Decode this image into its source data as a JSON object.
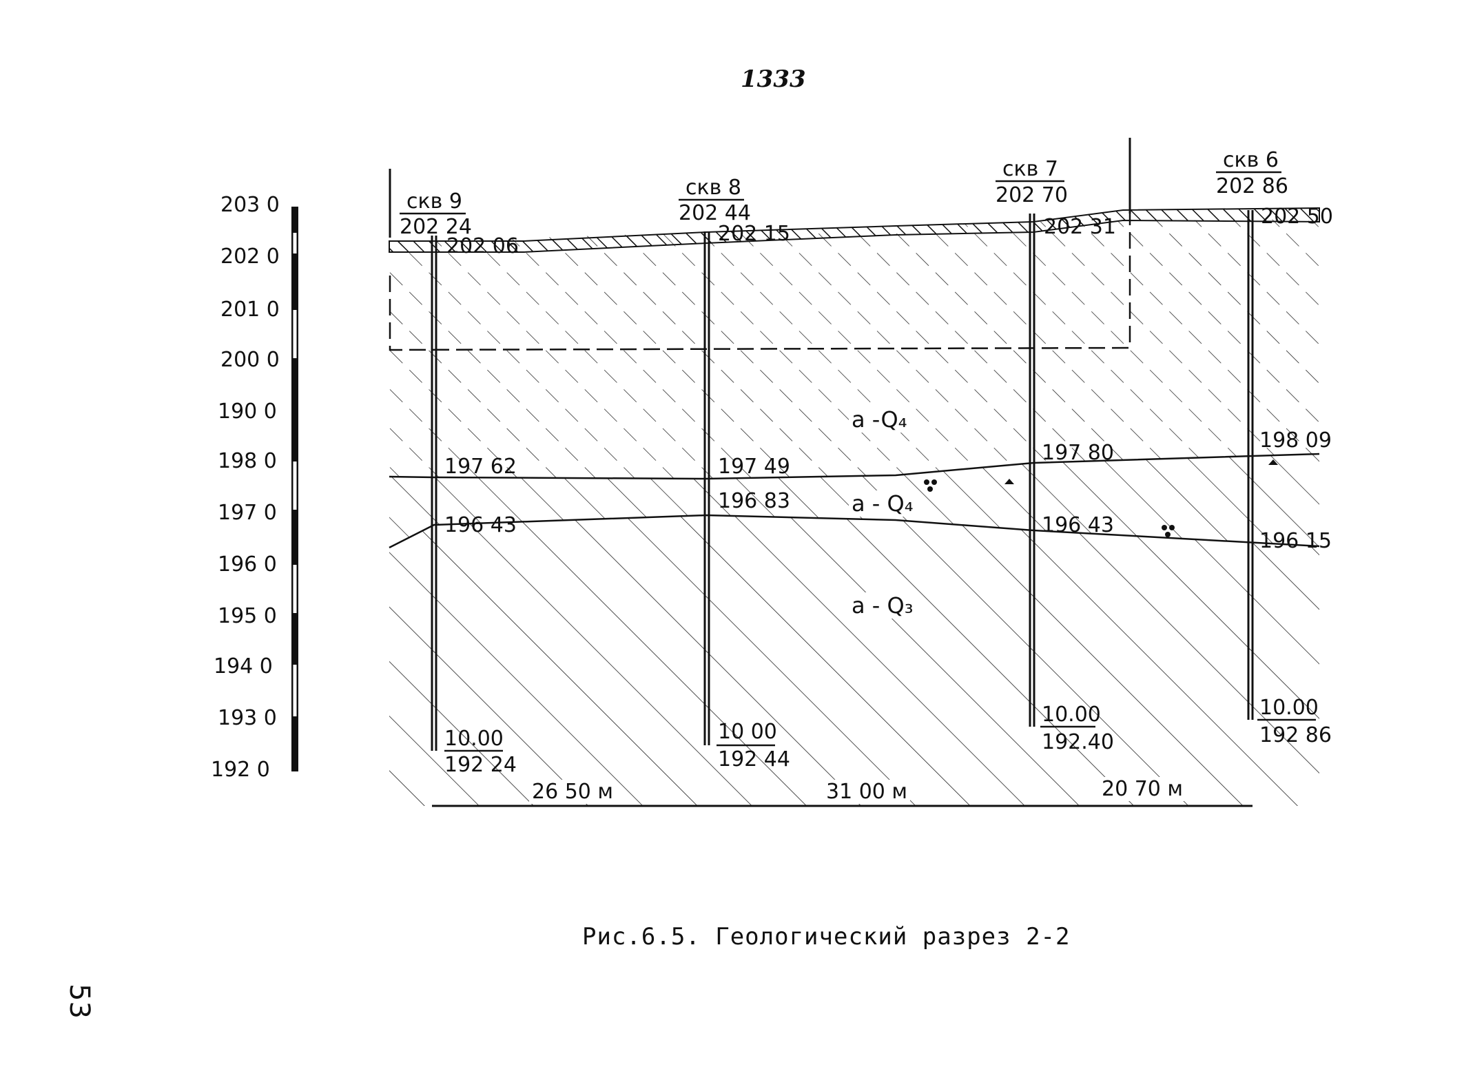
{
  "page": {
    "stamp_number": "1333",
    "page_number": "53",
    "caption": "Рис.6.5. Геологический разрез 2-2"
  },
  "scale": {
    "labels": [
      "203 0",
      "202 0",
      "201 0",
      "200 0",
      "190 0",
      "198 0",
      "197 0",
      "196 0",
      "195 0",
      "194 0",
      "193 0",
      "192 0"
    ]
  },
  "boreholes": [
    {
      "name": "скв 9",
      "top_elev": "202 24",
      "surface": "202 06",
      "c1": "197 62",
      "c2": "196 43",
      "depth": "10.00",
      "bottom": "192 24"
    },
    {
      "name": "скв 8",
      "top_elev": "202 44",
      "surface": "202 15",
      "c1": "197 49",
      "c2": "196 83",
      "depth": "10 00",
      "bottom": "192 44"
    },
    {
      "name": "скв 7",
      "top_elev": "202 70",
      "surface": "202 31",
      "c1": "197 80",
      "c2": "196 43",
      "depth": "10.00",
      "bottom": "192.40"
    },
    {
      "name": "скв 6",
      "top_elev": "202 86",
      "surface": "202 50",
      "c1": "198 09",
      "c2": "196 15",
      "depth": "10.00",
      "bottom": "192 86"
    }
  ],
  "distances": [
    "26 50 м",
    "31 00 м",
    "20 70 м"
  ],
  "layers": {
    "upper": "a -Q₄",
    "middle": "a - Q₄",
    "lower": "a - Q₃"
  }
}
